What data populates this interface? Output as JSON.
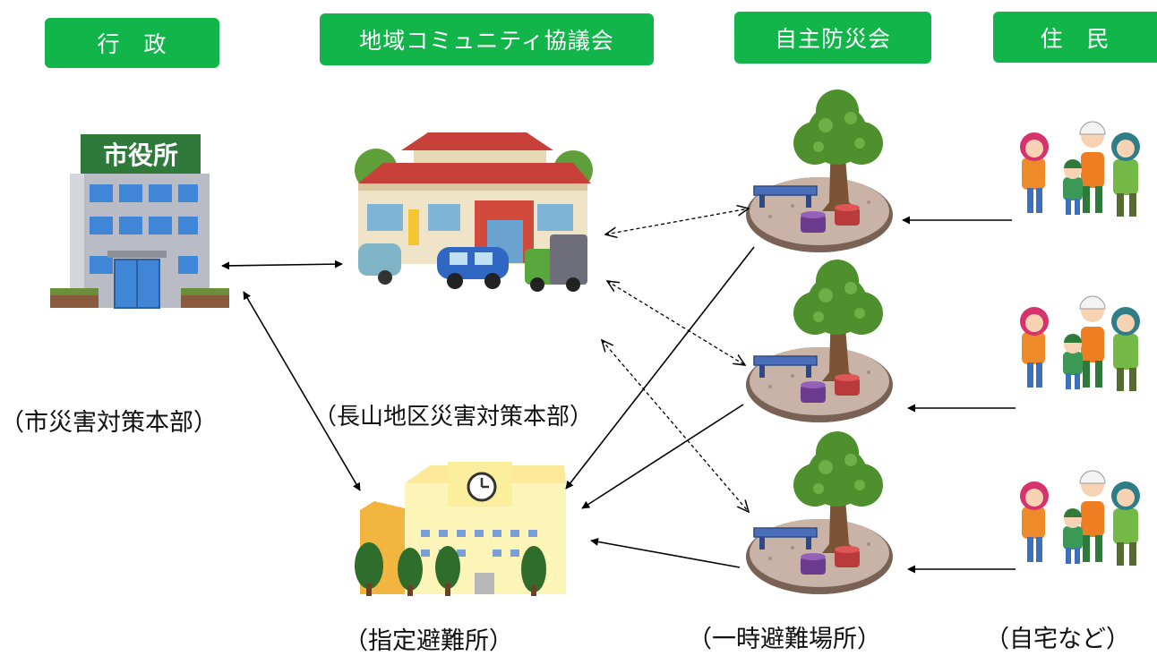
{
  "headers": {
    "gyosei": "行　政",
    "kyogikai": "地域コミュニティ協議会",
    "bosaikai": "自主防災会",
    "jumin": "住　民"
  },
  "labels": {
    "city_hq": "（市災害対策本部）",
    "district_hq": "（長山地区災害対策本部）",
    "designated_shelter": "（指定避難所）",
    "temp_shelter": "（一時避難場所）",
    "home": "（自宅など）"
  },
  "city_hall_sign": "市役所",
  "colors": {
    "header_green": "#12b54a",
    "arrow": "#000000"
  }
}
